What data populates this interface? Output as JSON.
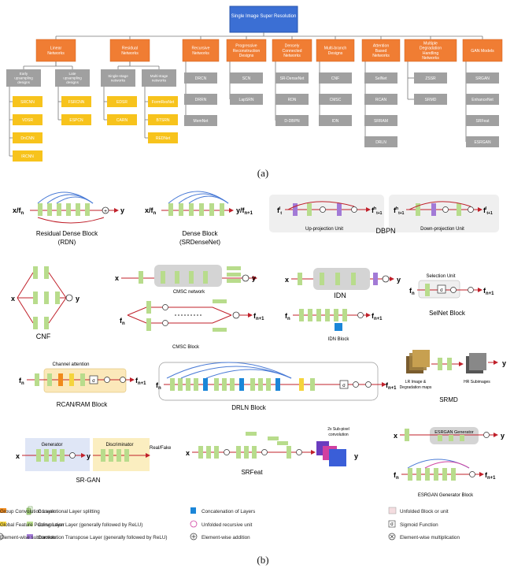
{
  "taxonomy": {
    "root": "Single Image Super Resolution",
    "categories": [
      {
        "label": "Linear Networks"
      },
      {
        "label": "Residual Networks"
      },
      {
        "label": "Recursive Networks",
        "items": [
          "DRCN",
          "DRRN",
          "MemNet"
        ]
      },
      {
        "label": "Progressive Reconstruction Designs",
        "items": [
          "SCN",
          "LapSRN"
        ]
      },
      {
        "label": "Densely Connected Networks",
        "items": [
          "SR-DenseNet",
          "RDN",
          "D-DBPN"
        ]
      },
      {
        "label": "Multi-branch Designs",
        "items": [
          "CNF",
          "CMSC",
          "IDN"
        ]
      },
      {
        "label": "Attention Based Networks",
        "items": [
          "SelNet",
          "RCAN",
          "SRRAM",
          "DRLN"
        ]
      },
      {
        "label": "Multiple Degradation Handling Networks",
        "items": [
          "ZSSR",
          "SRMD"
        ]
      },
      {
        "label": "GAN Models",
        "items": [
          "SRGAN",
          "EnhanceNet",
          "SRFeat",
          "ESRGAN"
        ]
      }
    ],
    "subgroups": [
      {
        "label": "Early upsampling designs",
        "items": [
          "SRCNN",
          "VDSR",
          "DnCNN",
          "IRCNN"
        ]
      },
      {
        "label": "Late upsampling designs",
        "items": [
          "FSRCNN",
          "ESPCN"
        ]
      },
      {
        "label": "Single-stage networks",
        "items": [
          "EDSR",
          "CARN"
        ]
      },
      {
        "label": "Multi-stage networks",
        "items": [
          "FormResNet",
          "BTSRN",
          "REDNet"
        ]
      }
    ],
    "caption": "(a)"
  },
  "blocks": {
    "rdn_title": "Residual Dense Block",
    "rdn_sub": "(RDN)",
    "dense_title": "Dense Block",
    "dense_sub": "(SRDenseNet)",
    "up_proj": "Up-projection Unit",
    "dbpn": "DBPN",
    "down_proj": "Down-projection Unit",
    "cnf": "CNF",
    "cmsc_network": "CMSC network",
    "cmsc_block": "CMSC Block",
    "idn": "IDN",
    "idn_block": "IDN Block",
    "selection_unit": "Selection Unit",
    "selnet": "SelNet Block",
    "channel_attention": "Channel attention",
    "rcan": "RCAN/RAM Block",
    "drln": "DRLN Block",
    "srmd_left": "LR Image  &",
    "srmd_left2": "Degradation maps",
    "srmd_right": "HR Subimages",
    "srmd": "SRMD",
    "generator": "Generator",
    "discriminator": "Discriminator",
    "realfake": "Real/Fake",
    "srgan": "SR-GAN",
    "subpixel": "2x Sub-pixel",
    "subpixel2": "convolution",
    "srfeat": "SRFeat",
    "esrgan_gen": "ESRGAN Generator",
    "esrgan_block": "ESRGAN Generator Block",
    "x": "x",
    "y": "y",
    "x_fn": "x/f",
    "y_fn1": "y/f",
    "fn": "f",
    "fn1": "f"
  },
  "legend": [
    {
      "icon": "split",
      "label": "Convolutional Layer splitting"
    },
    {
      "icon": "green",
      "label": "Convolution Layer (generally followed by ReLU)"
    },
    {
      "icon": "purple",
      "label": "Convolution Transpose Layer (generally followed by ReLU)"
    },
    {
      "icon": "blue",
      "label": "Concatenation of Layers"
    },
    {
      "icon": "ring",
      "label": "Unfolded recursive unit"
    },
    {
      "icon": "plus",
      "label": "Element-wise addition"
    },
    {
      "icon": "pink",
      "label": "Unfolded Block or unit"
    },
    {
      "icon": "sigma",
      "label": "Sigmoid Function"
    },
    {
      "icon": "times",
      "label": "Element-wise multiplication"
    },
    {
      "icon": "orange",
      "label": "Group Convolution Layer"
    },
    {
      "icon": "yellow",
      "label": "Global Feature Pooling Layer"
    },
    {
      "icon": "minus",
      "label": "Element-wise subtraction"
    }
  ],
  "caption_b": "(b)",
  "colors": {
    "root_blue": "#3b6fd4",
    "category_orange": "#f07d33",
    "leaf_gray": "#a0a0a0",
    "leaf_yellow": "#f7c31c",
    "conv_green": "#b8dc8c",
    "transpose_purple": "#a27ad6",
    "concat_blue": "#1b86d8",
    "group_orange": "#f08a1c",
    "pool_yellow": "#f5d43c",
    "arrow_red": "#c0202a",
    "skip_blue": "#4a7bd6"
  }
}
